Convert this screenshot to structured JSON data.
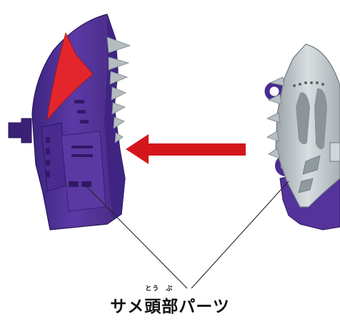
{
  "caption": {
    "label": "サメ頭部パーツ",
    "furigana_1": "とう",
    "furigana_2": "ぶ"
  },
  "colors": {
    "part_purple": "#54339c",
    "part_purple_dark": "#3a2175",
    "part_red": "#e3262b",
    "part_silver": "#c2c9cd",
    "arrow_red": "#d4161c",
    "line": "#222222"
  },
  "icons": {
    "arrow": "left-arrow-icon"
  }
}
